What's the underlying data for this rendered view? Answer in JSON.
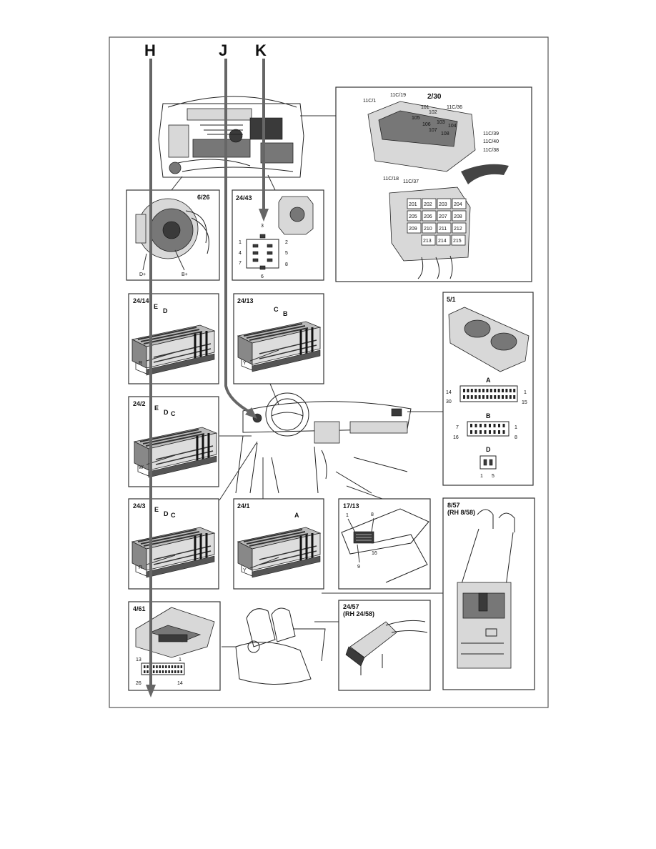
{
  "arrows": {
    "h": "H",
    "j": "J",
    "k": "K"
  },
  "panels": {
    "alternator": {
      "title": "6/26",
      "d_plus": "D+",
      "b_plus": "B+"
    },
    "sensor": {
      "title": "24/43",
      "pins": [
        "1",
        "2",
        "3",
        "4",
        "5",
        "6",
        "7",
        "8"
      ]
    },
    "fusebox": {
      "title": "2/30",
      "top_labels": [
        "11C/1",
        "11C/19",
        "11C/36",
        "11C/39",
        "11C/40",
        "11C/38",
        "11C/18",
        "11C/37"
      ],
      "relays_top": [
        "101",
        "102",
        "103",
        "104",
        "105",
        "106",
        "107",
        "108"
      ],
      "relays_bottom": [
        "201",
        "202",
        "203",
        "204",
        "205",
        "206",
        "207",
        "208",
        "209",
        "210",
        "211",
        "212",
        "213",
        "214",
        "215"
      ]
    },
    "c24_14": {
      "title": "24/14",
      "letters": [
        "E",
        "D"
      ],
      "side": "R"
    },
    "c24_13": {
      "title": "24/13",
      "letters": [
        "C",
        "B"
      ],
      "side": "Y"
    },
    "c24_2": {
      "title": "24/2",
      "letters": [
        "E",
        "D",
        "C"
      ],
      "side": "W"
    },
    "c24_3": {
      "title": "24/3",
      "letters": [
        "E",
        "D",
        "C"
      ],
      "side": "R"
    },
    "c24_1": {
      "title": "24/1",
      "letters": [
        "A"
      ],
      "side": "Y"
    },
    "cluster": {
      "title": "5/1",
      "conn_a": "A",
      "a_pins": [
        "14",
        "1",
        "30",
        "15"
      ],
      "conn_b": "B",
      "b_pins": [
        "7",
        "1",
        "16",
        "8"
      ],
      "conn_d": "D",
      "d_pins": [
        "1",
        "5"
      ]
    },
    "diag": {
      "title": "17/13",
      "pins": [
        "1",
        "8",
        "16",
        "9"
      ]
    },
    "belt": {
      "title": "8/57",
      "subtitle": "(RH 8/58)"
    },
    "ecu": {
      "title": "4/61",
      "pins": [
        "13",
        "1",
        "26",
        "14"
      ]
    },
    "seat_sensor": {
      "title": "24/57",
      "subtitle": "(RH 24/58)"
    }
  }
}
